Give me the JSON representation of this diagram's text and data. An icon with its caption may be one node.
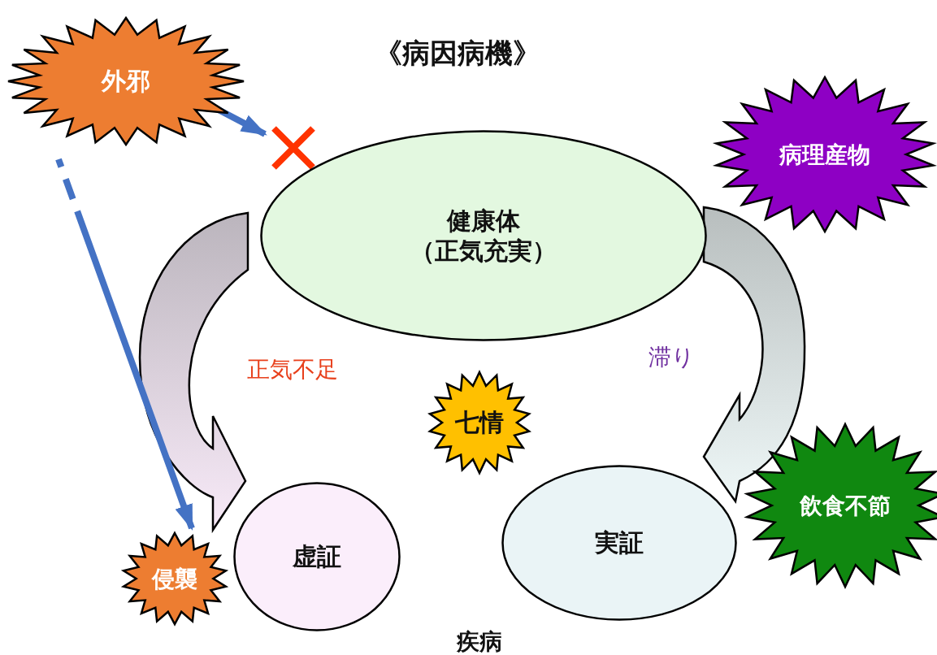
{
  "diagram": {
    "title": "《病因病機》",
    "nodes": [
      {
        "text": [
          "外邪"
        ]
      },
      {
        "text": [
          "病理産物"
        ]
      },
      {
        "text": [
          "健康体",
          "（正気充実）"
        ]
      },
      {
        "text": [
          "七情"
        ]
      },
      {
        "text": [
          "虚証"
        ]
      },
      {
        "text": [
          "実証"
        ]
      },
      {
        "text": [
          "飲食不節"
        ]
      },
      {
        "text": [
          "侵襲"
        ]
      }
    ],
    "edges": [
      {
        "from": 2,
        "to": 4,
        "arrow": "to",
        "style": "thick"
      },
      {
        "from": 2,
        "to": 5,
        "arrow": "to",
        "style": "thick"
      },
      {
        "from": 0,
        "to": 2,
        "arrow": "to",
        "color": "#4472c4"
      },
      {
        "from": 0,
        "to": 7,
        "arrow": "to",
        "style": "dashed",
        "color": "#4472c4"
      }
    ],
    "labels": [
      "正気不足",
      "滞り",
      "疾病"
    ]
  }
}
